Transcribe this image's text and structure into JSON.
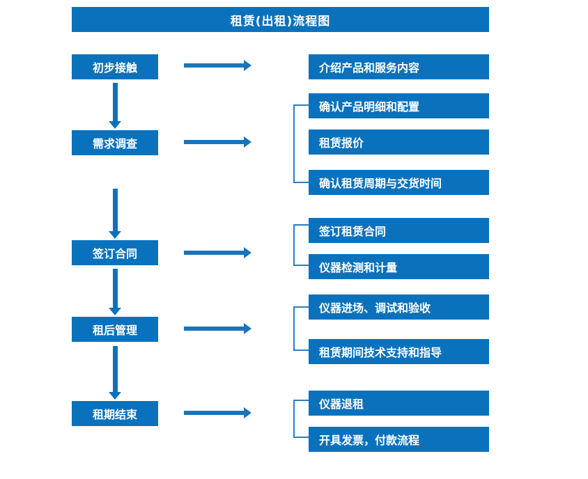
{
  "title": "租赁(出租)流程图",
  "theme": {
    "box_fill": "#0a72bd",
    "box_text": "#ffffff",
    "arrow": "#1874bb",
    "bracket": "#2a7fbf",
    "background": "#ffffff"
  },
  "stages": [
    {
      "id": "s1",
      "label": "初步接触"
    },
    {
      "id": "s2",
      "label": "需求调查"
    },
    {
      "id": "s3",
      "label": "签订合同"
    },
    {
      "id": "s4",
      "label": "租后管理"
    },
    {
      "id": "s5",
      "label": "租期结束"
    }
  ],
  "details": [
    {
      "id": "d1",
      "label": "介绍产品和服务内容"
    },
    {
      "id": "d2",
      "label": "确认产品明细和配置"
    },
    {
      "id": "d3",
      "label": "租赁报价"
    },
    {
      "id": "d4",
      "label": "确认租赁周期与交货时间"
    },
    {
      "id": "d5",
      "label": "签订租赁合同"
    },
    {
      "id": "d6",
      "label": "仪器检测和计量"
    },
    {
      "id": "d7",
      "label": "仪器进场、调试和验收"
    },
    {
      "id": "d8",
      "label": "租赁期间技术支持和指导"
    },
    {
      "id": "d9",
      "label": "仪器退租"
    },
    {
      "id": "d10",
      "label": "开具发票，付款流程"
    }
  ],
  "groups": [
    {
      "stage": "s2",
      "members": [
        "d2",
        "d3",
        "d4"
      ]
    },
    {
      "stage": "s3",
      "members": [
        "d5",
        "d6"
      ]
    },
    {
      "stage": "s4",
      "members": [
        "d7",
        "d8"
      ]
    },
    {
      "stage": "s5",
      "members": [
        "d9",
        "d10"
      ]
    }
  ],
  "flow_order": [
    "初步接触",
    "需求调查",
    "签订合同",
    "租后管理",
    "租期结束"
  ]
}
